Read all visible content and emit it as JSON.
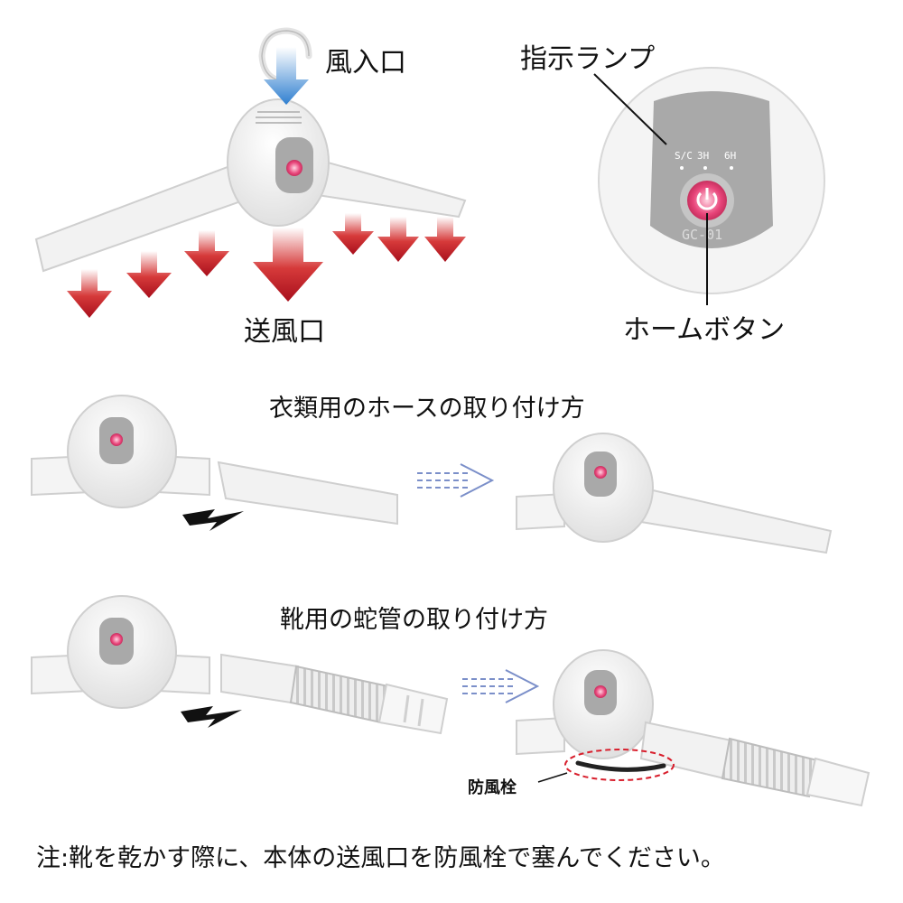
{
  "labels": {
    "air_inlet": "風入口",
    "air_outlet": "送風口",
    "indicator_lamp": "指示ランプ",
    "home_button": "ホームボタン",
    "clothes_hose_title": "衣類用のホースの取り付け方",
    "shoe_pipe_title": "靴用の蛇管の取り付け方",
    "windproof_plug": "防風栓",
    "note": "注:靴を乾かす際に、本体の送風口を防風栓で塞んでください。"
  },
  "panel": {
    "indicators": [
      "S/C",
      "3H",
      "6H"
    ],
    "model": "GC-01"
  },
  "colors": {
    "accent_red": "#c8102e",
    "power_pink": "#e8457a",
    "inlet_blue": "#3e8ed8",
    "device_white": "#f4f4f4",
    "panel_gray": "#a9a9a9",
    "dash_blue": "#7b8fc9"
  }
}
